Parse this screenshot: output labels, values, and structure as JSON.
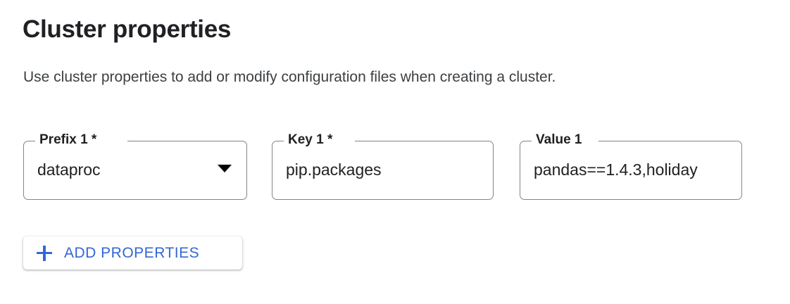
{
  "header": {
    "title": "Cluster properties",
    "subtitle": "Use cluster properties to add or modify configuration files when creating a cluster."
  },
  "form": {
    "fields": [
      {
        "name": "prefix",
        "label": "Prefix 1 *",
        "value": "dataproc",
        "type": "select",
        "icon": "dropdown-arrow-icon",
        "required": true
      },
      {
        "name": "key",
        "label": "Key 1 *",
        "value": "pip.packages",
        "type": "text",
        "required": true
      },
      {
        "name": "value",
        "label": "Value 1",
        "value": "pandas==1.4.3,holiday",
        "type": "text",
        "required": false
      }
    ]
  },
  "actions": {
    "add_properties": {
      "label": "ADD PROPERTIES",
      "icon": "plus-icon"
    }
  },
  "colors": {
    "accent_blue": "#3367d6",
    "text_primary": "#202124",
    "text_secondary": "#3c4043",
    "field_border": "#80868b",
    "background": "#ffffff"
  }
}
